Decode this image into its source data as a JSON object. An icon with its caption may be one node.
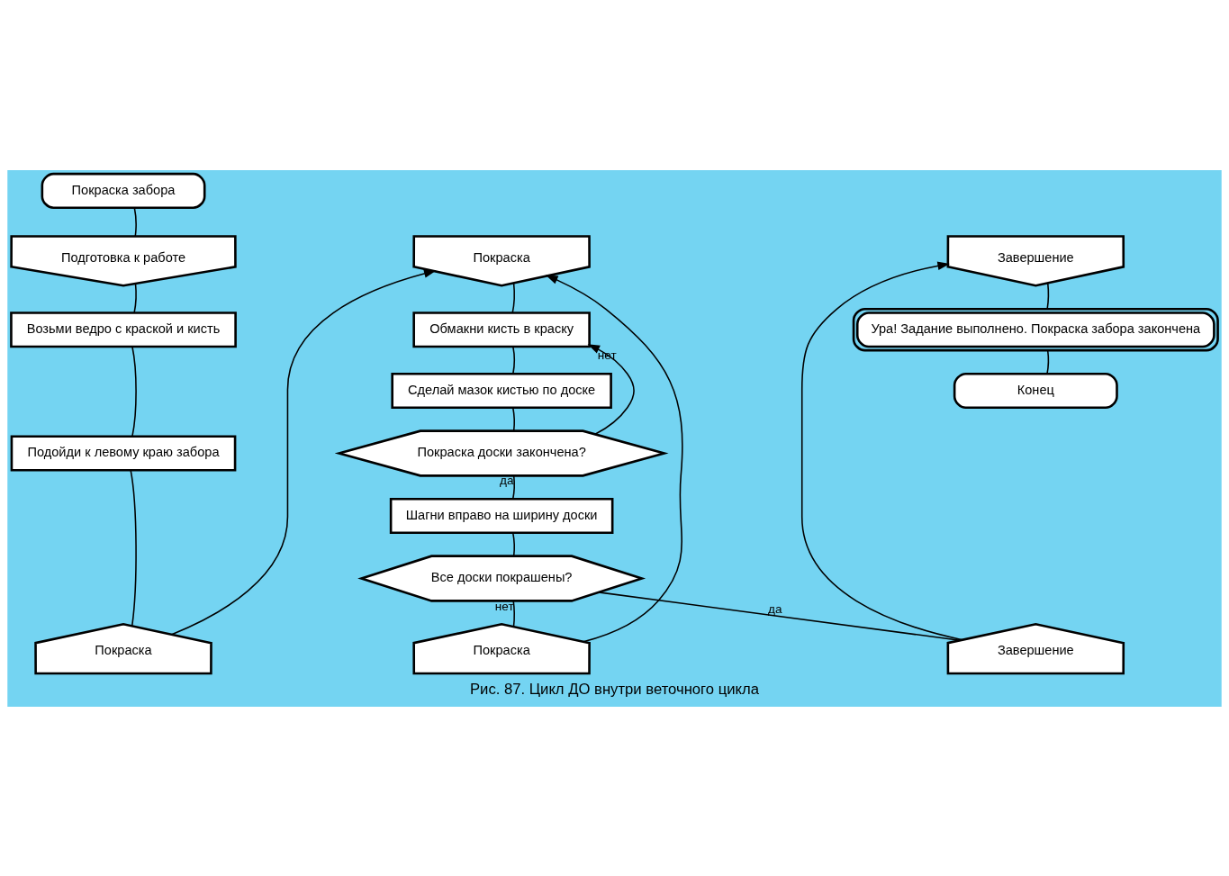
{
  "diagram": {
    "caption": "Рис. 87. Цикл ДО внутри веточного цикла",
    "nodes": [
      {
        "text": [
          "Покраска забора"
        ]
      },
      {
        "text": [
          "Подготовка к работе"
        ]
      },
      {
        "text": [
          "Возьми ведро с краской и кисть"
        ]
      },
      {
        "text": [
          "Подойди к левому краю забора"
        ]
      },
      {
        "text": [
          "Покраска"
        ]
      },
      {
        "text": [
          "Покраска"
        ]
      },
      {
        "text": [
          "Обмакни кисть в краску"
        ]
      },
      {
        "text": [
          "Сделай мазок кистью по доске"
        ]
      },
      {
        "text": [
          "Покраска доски закончена?"
        ]
      },
      {
        "text": [
          "Шагни вправо на ширину доски"
        ]
      },
      {
        "text": [
          "Все доски покрашены?"
        ]
      },
      {
        "text": [
          "Покраска"
        ]
      },
      {
        "text": [
          "Завершение"
        ]
      },
      {
        "text": [
          "Завершение"
        ]
      },
      {
        "text": [
          "Ура! Задание выполнено. Покраска забора закончена"
        ]
      },
      {
        "text": [
          "Конец"
        ]
      }
    ],
    "edges": [
      {
        "from": 0,
        "to": 1,
        "arrow": "none"
      },
      {
        "from": 1,
        "to": 2,
        "arrow": "none"
      },
      {
        "from": 2,
        "to": 3,
        "arrow": "none"
      },
      {
        "from": 3,
        "to": 4,
        "arrow": "none"
      },
      {
        "from": 5,
        "to": 6,
        "arrow": "none"
      },
      {
        "from": 6,
        "to": 7,
        "arrow": "none"
      },
      {
        "from": 7,
        "to": 8,
        "arrow": "none"
      },
      {
        "from": 8,
        "to": 9,
        "label": "да",
        "arrow": "none"
      },
      {
        "from": 8,
        "to": 6,
        "label": "нет",
        "arrow": "to"
      },
      {
        "from": 9,
        "to": 10,
        "arrow": "none"
      },
      {
        "from": 10,
        "to": 11,
        "label": "нет",
        "arrow": "none"
      },
      {
        "from": 10,
        "to": 12,
        "label": "да",
        "arrow": "none"
      },
      {
        "from": 13,
        "to": 14,
        "arrow": "none"
      },
      {
        "from": 14,
        "to": 15,
        "arrow": "none"
      },
      {
        "from": 4,
        "to": 5,
        "arrow": "to"
      },
      {
        "from": 11,
        "to": 5,
        "arrow": "to"
      },
      {
        "from": 12,
        "to": 13,
        "arrow": "to"
      }
    ]
  }
}
